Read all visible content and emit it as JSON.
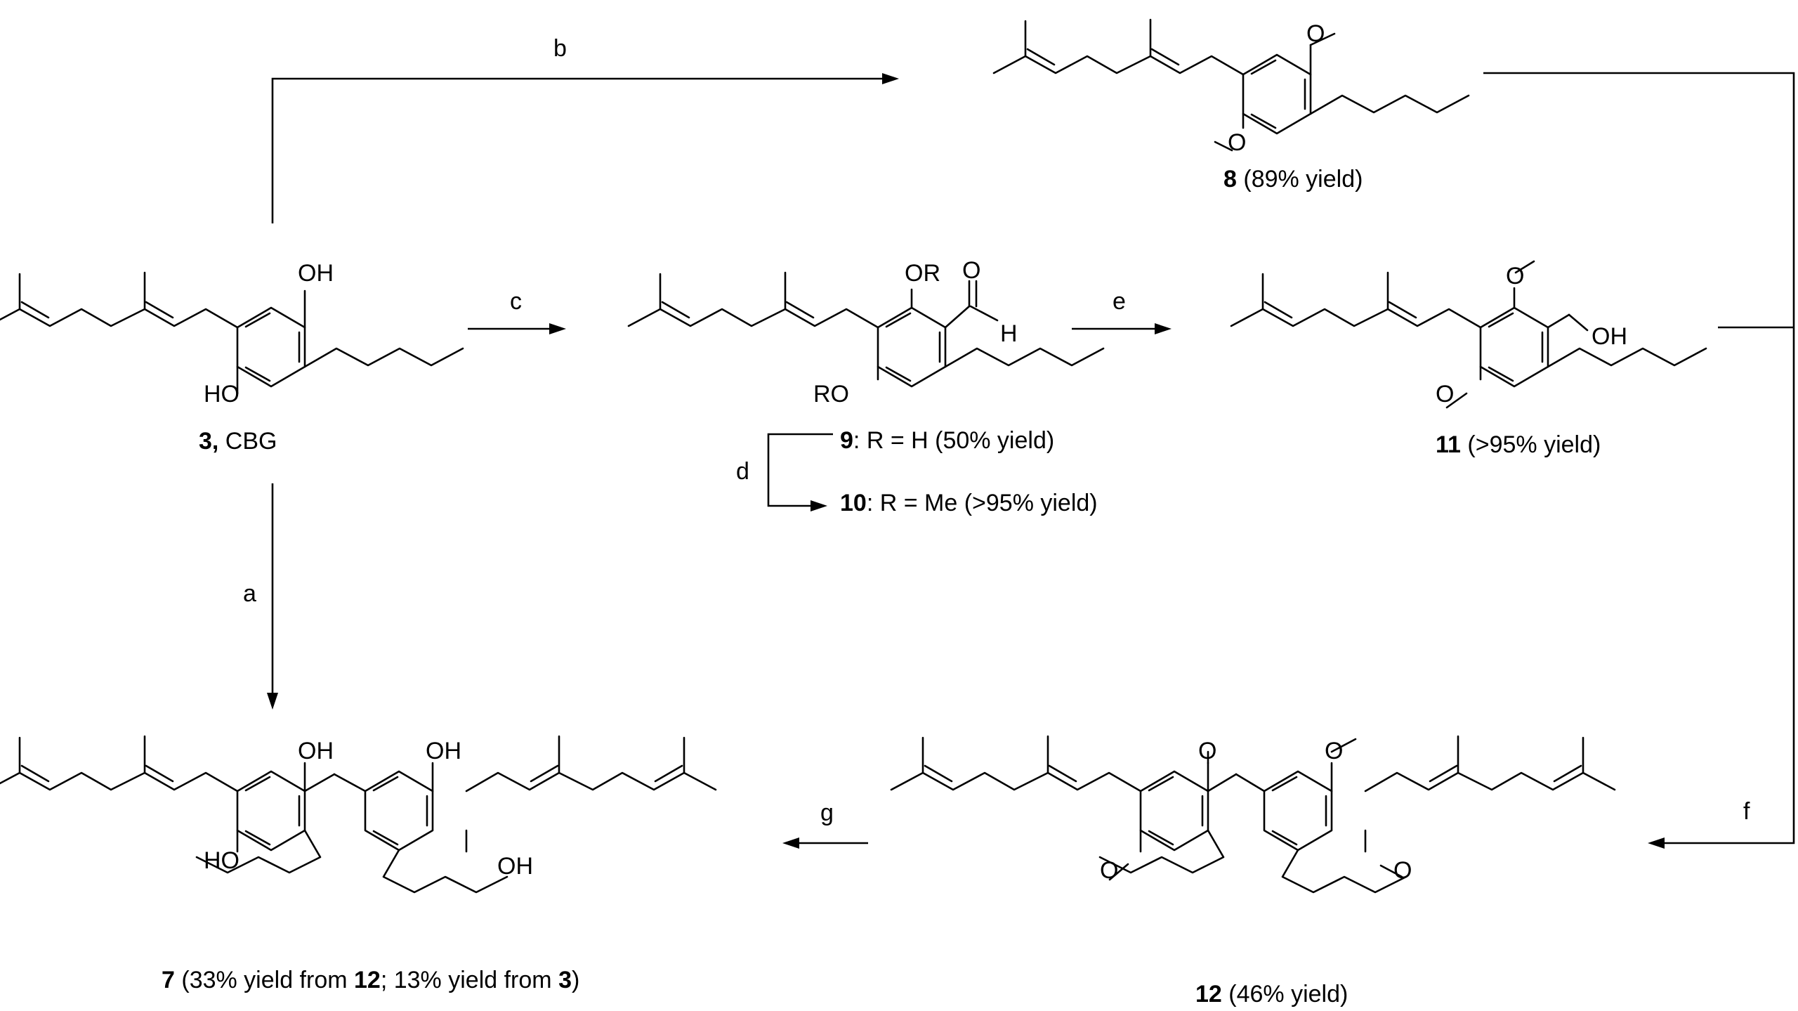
{
  "steps": {
    "a": "a",
    "b": "b",
    "c": "c",
    "d": "d",
    "e": "e",
    "f": "f",
    "g": "g"
  },
  "atoms": {
    "OH": "OH",
    "HO": "HO",
    "OR": "OR",
    "RO": "RO",
    "O": "O",
    "H": "H"
  },
  "compounds": {
    "c3": {
      "num": "3,",
      "rest": " CBG"
    },
    "c8": {
      "num": "8",
      "rest": " (89% yield)"
    },
    "c9": {
      "num": "9",
      "rest": ": R = H (50% yield)"
    },
    "c10": {
      "num": "10",
      "rest": ": R = Me (>95% yield)"
    },
    "c11": {
      "num": "11",
      "rest": " (>95% yield)"
    },
    "c12": {
      "num": "12",
      "rest": " (46% yield)"
    },
    "c7": {
      "num": "7",
      "p1": " (33% yield from ",
      "ref1": "12",
      "p2": "; 13% yield from ",
      "ref2": "3",
      "p3": ")"
    }
  }
}
